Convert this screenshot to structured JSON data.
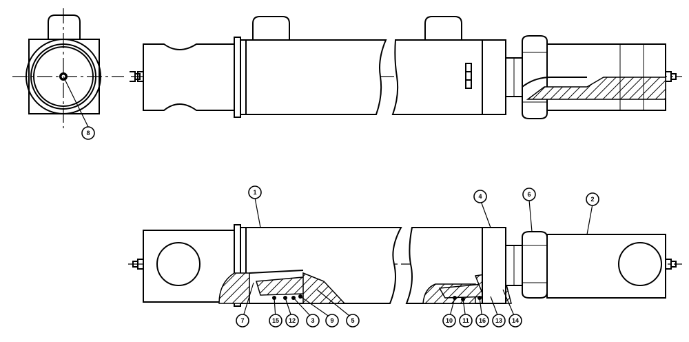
{
  "balloons": [
    {
      "id": "b8",
      "label": "8"
    },
    {
      "id": "b1",
      "label": "1"
    },
    {
      "id": "b4",
      "label": "4"
    },
    {
      "id": "b6",
      "label": "6"
    },
    {
      "id": "b2",
      "label": "2"
    },
    {
      "id": "b7",
      "label": "7"
    },
    {
      "id": "b15",
      "label": "15"
    },
    {
      "id": "b12",
      "label": "12"
    },
    {
      "id": "b3",
      "label": "3"
    },
    {
      "id": "b9",
      "label": "9"
    },
    {
      "id": "b5",
      "label": "5"
    },
    {
      "id": "b10",
      "label": "10"
    },
    {
      "id": "b11",
      "label": "11"
    },
    {
      "id": "b16",
      "label": "16"
    },
    {
      "id": "b13",
      "label": "13"
    },
    {
      "id": "b14",
      "label": "14"
    }
  ]
}
